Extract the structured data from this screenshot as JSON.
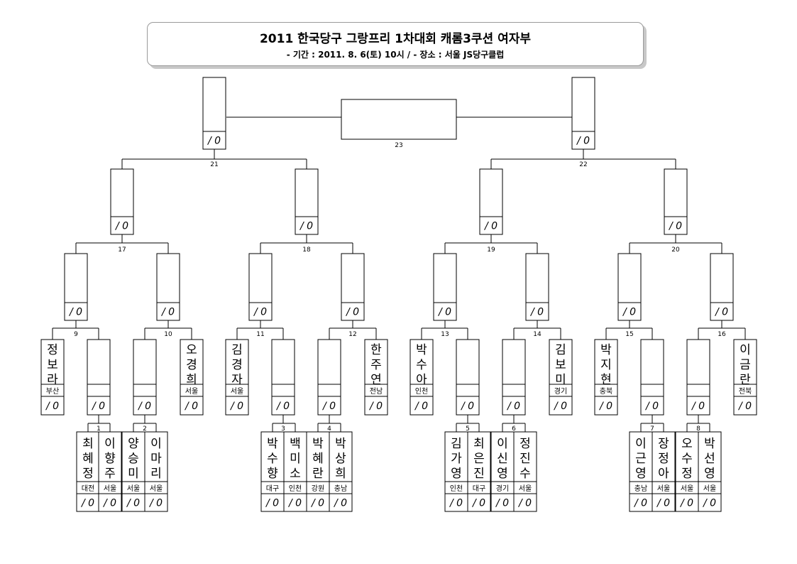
{
  "title": "2011 한국당구 그랑프리 1차대회 캐롬3쿠션 여자부",
  "subtitle": "- 기간 : 2011. 8. 6(토) 10시  /  - 장소 : 서울 JS당구클럽",
  "score_mark": "/ 0",
  "matches": [
    "1",
    "2",
    "3",
    "4",
    "5",
    "6",
    "7",
    "8",
    "9",
    "10",
    "11",
    "12",
    "13",
    "14",
    "15",
    "16",
    "17",
    "18",
    "19",
    "20",
    "21",
    "22",
    "23"
  ],
  "seeded_players": [
    {
      "name": "정보라",
      "region": "부산"
    },
    {
      "name": "오경희",
      "region": "서울"
    },
    {
      "name": "김경자",
      "region": "서울"
    },
    {
      "name": "한주연",
      "region": "전남"
    },
    {
      "name": "박수아",
      "region": "인천"
    },
    {
      "name": "김보미",
      "region": "경기"
    },
    {
      "name": "박지현",
      "region": "충북"
    },
    {
      "name": "이금란",
      "region": "전북"
    }
  ],
  "first_round_players": [
    {
      "name": "최혜정",
      "region": "대전"
    },
    {
      "name": "이향주",
      "region": "서울"
    },
    {
      "name": "양승미",
      "region": "서울"
    },
    {
      "name": "이마리",
      "region": "서울"
    },
    {
      "name": "박수향",
      "region": "대구"
    },
    {
      "name": "백미소",
      "region": "인천"
    },
    {
      "name": "박혜란",
      "region": "강원"
    },
    {
      "name": "박상희",
      "region": "충남"
    },
    {
      "name": "김가영",
      "region": "인천"
    },
    {
      "name": "최은진",
      "region": "대구"
    },
    {
      "name": "이신영",
      "region": "경기"
    },
    {
      "name": "정진수",
      "region": "서울"
    },
    {
      "name": "이근영",
      "region": "충남"
    },
    {
      "name": "장정아",
      "region": "서울"
    },
    {
      "name": "오수정",
      "region": "서울"
    },
    {
      "name": "박선영",
      "region": "서울"
    }
  ]
}
